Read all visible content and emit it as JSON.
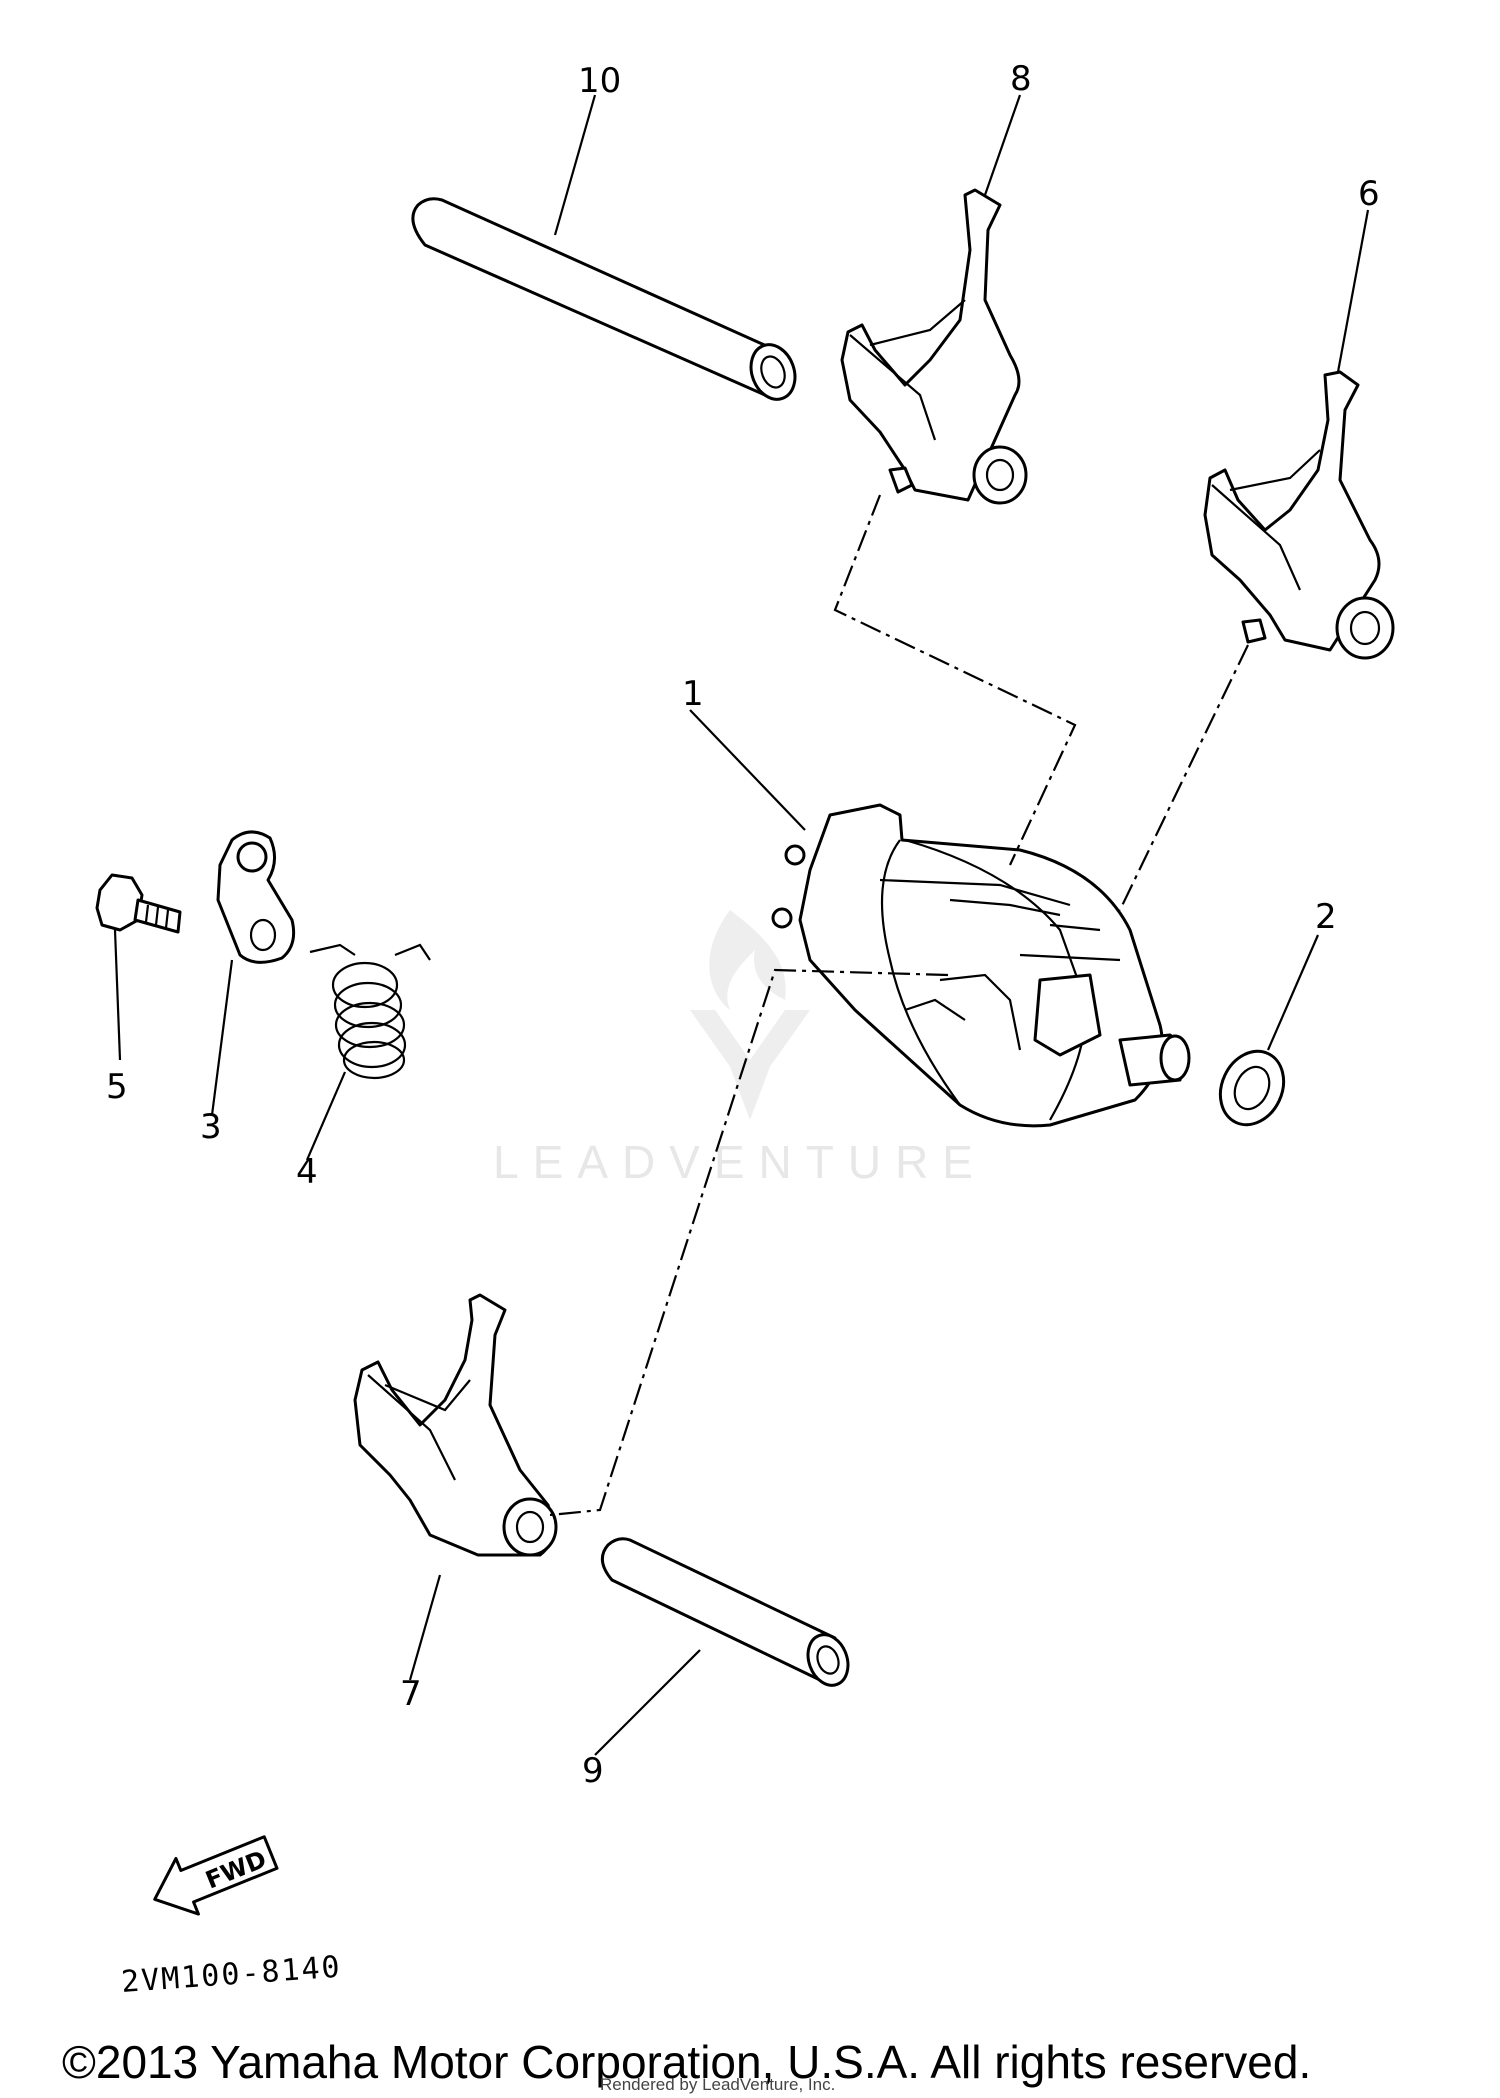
{
  "diagram": {
    "part_callouts": [
      "1",
      "2",
      "3",
      "4",
      "5",
      "6",
      "7",
      "8",
      "9",
      "10"
    ],
    "direction_label": "FWD",
    "drawing_code": "2VM100-8140",
    "watermark": "LEADVENTURE",
    "footer": {
      "copyright": "©2013 Yamaha Motor Corporation, U.S.A. All rights reserved.",
      "credit": "Rendered by LeadVenture, Inc."
    }
  }
}
